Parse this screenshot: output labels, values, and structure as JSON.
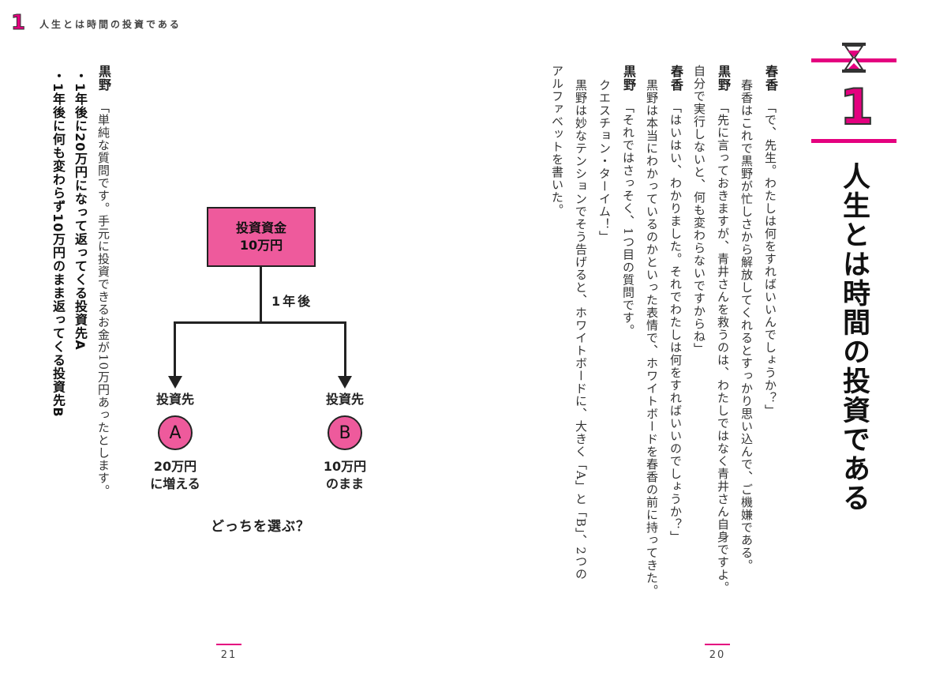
{
  "running_header": {
    "chapter_number": "1",
    "title": "人生とは時間の投資である"
  },
  "chapter_opener": {
    "number": "1",
    "title": "人生とは時間の投資である",
    "icon": "hourglass-icon",
    "accent_color": "#e4007f"
  },
  "right_page": {
    "page_number": "20",
    "columns": [
      {
        "speaker": "春香",
        "text": "「で、先生。わたしは何をすればいいんでしょうか？」"
      },
      {
        "speaker": "",
        "text": "春香はこれで黒野が忙しさから解放してくれるとすっかり思い込んで、ご機嫌である。"
      },
      {
        "speaker": "黒野",
        "text": "「先に言っておきますが、青井さんを救うのは、わたしではなく青井さん自身ですよ。"
      },
      {
        "speaker": "",
        "text": "自分で実行しないと、何も変わらないですからね」"
      },
      {
        "speaker": "春香",
        "text": "「はいはい、わかりました。それでわたしは何をすればいいのでしょうか？」"
      },
      {
        "speaker": "",
        "text": "黒野は本当にわかっているのかといった表情で、ホワイトボードを春香の前に持ってきた。"
      },
      {
        "speaker": "黒野",
        "text": "「それではさっそく、1つ目の質問です。"
      },
      {
        "speaker": "",
        "text": "クエスチョン・ターイム！」"
      },
      {
        "speaker": "",
        "text": "黒野は妙なテンションでそう告げると、ホワイトボードに、大きく「A」と「B」、2つの"
      },
      {
        "speaker": "",
        "text": "アルファベットを書いた。"
      }
    ]
  },
  "left_page": {
    "page_number": "21",
    "speaker": "黒野",
    "dialogue": "「単純な質問です。手元に投資できるお金が10万円あったとします。",
    "bullets": [
      "・1年後に20万円になって返ってくる投資先A",
      "・1年後に何も変わらず10万円のまま返ってくる投資先B"
    ],
    "diagram": {
      "box_line1": "投資資金",
      "box_line2": "10万円",
      "branch_label": "1年後",
      "option_a": {
        "heading": "投資先",
        "letter": "A",
        "line1": "20万円",
        "line2": "に増える"
      },
      "option_b": {
        "heading": "投資先",
        "letter": "B",
        "line1": "10万円",
        "line2": "のまま"
      },
      "question": "どっちを選ぶ？",
      "box_color": "#ee5a9c"
    }
  }
}
